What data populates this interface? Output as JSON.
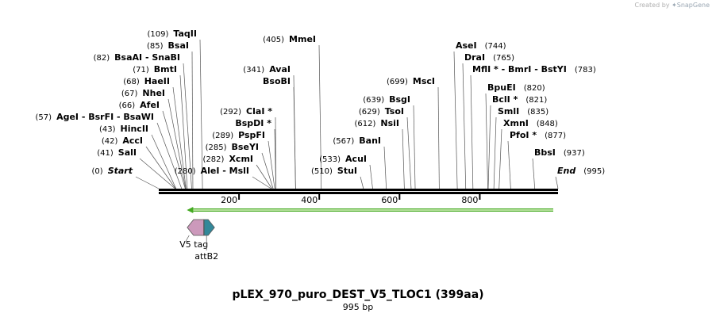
{
  "credit": {
    "prefix": "Created by",
    "brand": "SnapGene"
  },
  "plasmid": {
    "name": "pLEX_970_puro_DEST_V5_TLOC1 (399aa)",
    "size_label": "995 bp",
    "length": 995
  },
  "ruler": [
    {
      "pos": 200,
      "label": "200"
    },
    {
      "pos": 400,
      "label": "400"
    },
    {
      "pos": 600,
      "label": "600"
    },
    {
      "pos": 800,
      "label": "800"
    }
  ],
  "sites": [
    {
      "id": "start",
      "label": "Start",
      "num": "(0)",
      "pos": 0,
      "side": "left",
      "italic": true
    },
    {
      "id": "sali",
      "label": "SalI",
      "num": "(41)",
      "pos": 41,
      "side": "left"
    },
    {
      "id": "acci",
      "label": "AccI",
      "num": "(42)",
      "pos": 42,
      "side": "left"
    },
    {
      "id": "hincii",
      "label": "HincII",
      "num": "(43)",
      "pos": 43,
      "side": "left"
    },
    {
      "id": "agei",
      "label": "AgeI  - BsrFI  - BsaWI",
      "num": "(57)",
      "pos": 57,
      "side": "left"
    },
    {
      "id": "afei",
      "label": "AfeI",
      "num": "(66)",
      "pos": 66,
      "side": "left"
    },
    {
      "id": "nhei",
      "label": "NheI",
      "num": "(67)",
      "pos": 67,
      "side": "left"
    },
    {
      "id": "haeii",
      "label": "HaeII",
      "num": "(68)",
      "pos": 68,
      "side": "left"
    },
    {
      "id": "bmti",
      "label": "BmtI",
      "num": "(71)",
      "pos": 71,
      "side": "left"
    },
    {
      "id": "bsaai",
      "label": "BsaAI  - SnaBI",
      "num": "(82)",
      "pos": 82,
      "side": "left"
    },
    {
      "id": "bsai",
      "label": "BsaI",
      "num": "(85)",
      "pos": 85,
      "side": "left"
    },
    {
      "id": "taqii",
      "label": "TaqII",
      "num": "(109)",
      "pos": 109,
      "side": "left"
    },
    {
      "id": "alei",
      "label": "AleI  - MslI",
      "num": "(280)",
      "pos": 280,
      "side": "left"
    },
    {
      "id": "xcmi",
      "label": "XcmI",
      "num": "(282)",
      "pos": 282,
      "side": "left"
    },
    {
      "id": "bseyi",
      "label": "BseYI",
      "num": "(285)",
      "pos": 285,
      "side": "left"
    },
    {
      "id": "pspfi",
      "label": "PspFI",
      "num": "(289)",
      "pos": 289,
      "side": "left"
    },
    {
      "id": "bspdi",
      "label": "BspDI *",
      "num": "",
      "pos": 292,
      "side": "left"
    },
    {
      "id": "clai",
      "label": "ClaI *",
      "num": "(292)",
      "pos": 292,
      "side": "left"
    },
    {
      "id": "bsobi",
      "label": "BsoBI",
      "num": "",
      "pos": 341,
      "side": "left"
    },
    {
      "id": "avai",
      "label": "AvaI",
      "num": "(341)",
      "pos": 341,
      "side": "left"
    },
    {
      "id": "mmei",
      "label": "MmeI",
      "num": "(405)",
      "pos": 405,
      "side": "left"
    },
    {
      "id": "stui",
      "label": "StuI",
      "num": "(510)",
      "pos": 510,
      "side": "left"
    },
    {
      "id": "acui",
      "label": "AcuI",
      "num": "(533)",
      "pos": 533,
      "side": "left"
    },
    {
      "id": "bani",
      "label": "BanI",
      "num": "(567)",
      "pos": 567,
      "side": "left"
    },
    {
      "id": "nsii",
      "label": "NsiI",
      "num": "(612)",
      "pos": 612,
      "side": "left"
    },
    {
      "id": "tsoi",
      "label": "TsoI",
      "num": "(629)",
      "pos": 629,
      "side": "left"
    },
    {
      "id": "bsgi",
      "label": "BsgI",
      "num": "(639)",
      "pos": 639,
      "side": "left"
    },
    {
      "id": "msci",
      "label": "MscI",
      "num": "(699)",
      "pos": 699,
      "side": "left"
    },
    {
      "id": "asei",
      "label": "AseI",
      "num": "(744)",
      "pos": 744,
      "side": "right"
    },
    {
      "id": "drai",
      "label": "DraI",
      "num": "(765)",
      "pos": 765,
      "side": "right"
    },
    {
      "id": "mfli",
      "label": "MflI * - BmrI  - BstYI",
      "num": "(783)",
      "pos": 783,
      "side": "right"
    },
    {
      "id": "bpuei",
      "label": "BpuEI",
      "num": "(820)",
      "pos": 820,
      "side": "right"
    },
    {
      "id": "bcli",
      "label": "BclI *",
      "num": "(821)",
      "pos": 821,
      "side": "right"
    },
    {
      "id": "smli",
      "label": "SmlI",
      "num": "(835)",
      "pos": 835,
      "side": "right"
    },
    {
      "id": "xmni",
      "label": "XmnI",
      "num": "(848)",
      "pos": 848,
      "side": "right"
    },
    {
      "id": "pfoi",
      "label": "PfoI *",
      "num": "(877)",
      "pos": 877,
      "side": "right"
    },
    {
      "id": "bbsi",
      "label": "BbsI",
      "num": "(937)",
      "pos": 937,
      "side": "right"
    },
    {
      "id": "end",
      "label": "End",
      "num": "(995)",
      "pos": 995,
      "side": "right",
      "italic": true
    }
  ],
  "features": [
    {
      "id": "orf",
      "type": "orf-arrow",
      "start": 70,
      "end": 995,
      "direction": "reverse",
      "color": "#44aa22",
      "label": ""
    },
    {
      "id": "v5-tag",
      "type": "feature",
      "start": 71,
      "end": 112,
      "direction": "reverse",
      "color": "#cc99bb",
      "label": "V5 tag"
    },
    {
      "id": "attb2",
      "type": "feature",
      "start": 113,
      "end": 133,
      "direction": "forward",
      "color": "#338899",
      "label": "attB2"
    }
  ]
}
